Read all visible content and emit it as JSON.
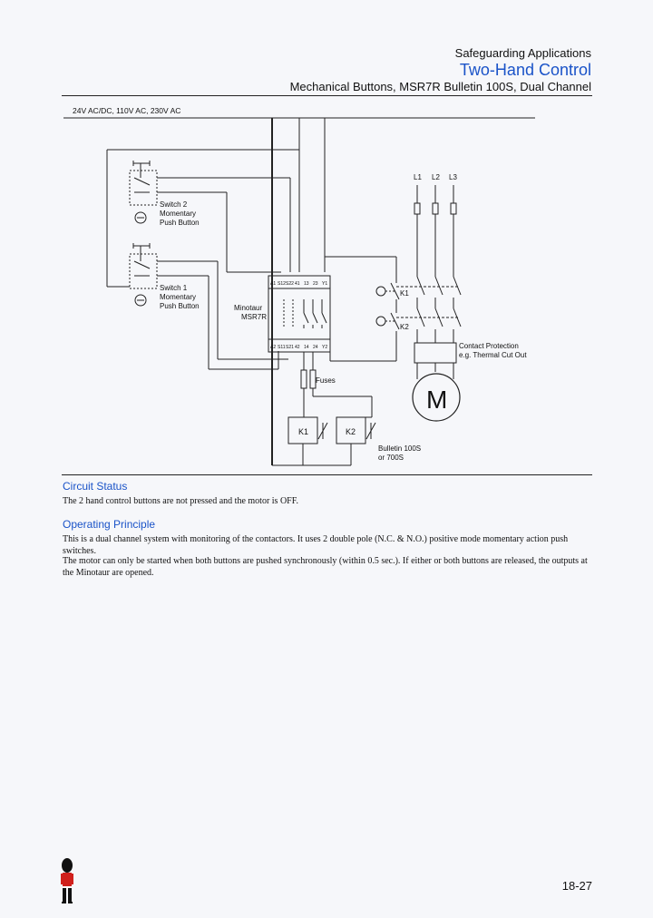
{
  "header": {
    "section": "Safeguarding Applications",
    "title": "Two-Hand Control",
    "subtitle": "Mechanical Buttons, MSR7R Bulletin 100S, Dual Channel"
  },
  "diagram": {
    "supply_label": "24V AC/DC, 110V AC, 230V AC",
    "switch2": [
      "Switch 2",
      "Momentary",
      "Push Button"
    ],
    "switch1": [
      "Switch 1",
      "Momentary",
      "Push Button"
    ],
    "relay": [
      "Minotaur",
      "MSR7R"
    ],
    "relay_terminals_top": [
      "A1",
      "S12",
      "S22",
      "41",
      "13",
      "23",
      "Y1"
    ],
    "relay_terminals_bottom": [
      "A2",
      "S11",
      "S21",
      "42",
      "14",
      "24",
      "Y2"
    ],
    "phases": [
      "L1",
      "L2",
      "L3"
    ],
    "contactor_k1": "K1",
    "contactor_k2": "K2",
    "fuses_label": "Fuses",
    "overload": [
      "Contact Protection",
      "e.g. Thermal Cut Out"
    ],
    "motor": "M",
    "bulletin": [
      "Bulletin 100S",
      "or 700S"
    ]
  },
  "circuit_status": {
    "heading": "Circuit Status",
    "text": "The 2 hand control buttons are not pressed and the motor is OFF."
  },
  "operating_principle": {
    "heading": "Operating Principle",
    "p1": "This is a dual channel system with monitoring of the contactors. It uses 2 double pole (N.C. & N.O.) positive mode momentary action push switches.",
    "p2": "The motor can only be started when both buttons are pushed synchronously (within 0.5 sec.). If either or both buttons are released, the outputs at the Minotaur are opened."
  },
  "page_number": "18-27",
  "colors": {
    "accent": "#1a53c8",
    "logo_red": "#d0201c"
  },
  "logo": "guardsman-icon"
}
